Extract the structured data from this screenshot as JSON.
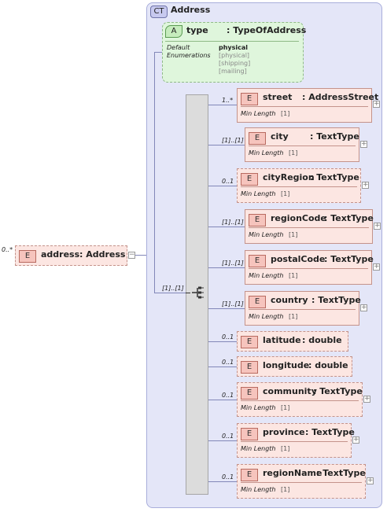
{
  "complex_type": {
    "badge": "CT",
    "name": "Address"
  },
  "attribute": {
    "badge": "A",
    "name": "type",
    "type": ": TypeOfAddress",
    "facet_label_line1": "Default",
    "facet_label_line2": "Enumerations",
    "default_value": "physical",
    "enumerations": [
      "[physical]",
      "[shipping]",
      "[mailing]"
    ]
  },
  "root_element": {
    "badge": "E",
    "cardinality": "0..*",
    "name": "address",
    "type": ": Address",
    "expander": "−"
  },
  "sequence": {
    "cardinality": "[1]..[1]",
    "icon": "sequence-icon"
  },
  "children": [
    {
      "badge": "E",
      "cardinality": "1..*",
      "name": "street",
      "type": ": AddressStreet",
      "facet_label": "Min Length",
      "facet_value": "[1]",
      "optional": false,
      "expander": "+"
    },
    {
      "badge": "E",
      "cardinality": "[1]..[1]",
      "name": "city",
      "type": ": TextType",
      "facet_label": "Min Length",
      "facet_value": "[1]",
      "optional": false,
      "expander": "+"
    },
    {
      "badge": "E",
      "cardinality": "0..1",
      "name": "cityRegion",
      "type": ": TextType",
      "facet_label": "Min Length",
      "facet_value": "[1]",
      "optional": true,
      "expander": "+"
    },
    {
      "badge": "E",
      "cardinality": "[1]..[1]",
      "name": "regionCode",
      "type": ": TextType",
      "facet_label": "Min Length",
      "facet_value": "[1]",
      "optional": false,
      "expander": "+"
    },
    {
      "badge": "E",
      "cardinality": "[1]..[1]",
      "name": "postalCode",
      "type": ": TextType",
      "facet_label": "Min Length",
      "facet_value": "[1]",
      "optional": false,
      "expander": "+"
    },
    {
      "badge": "E",
      "cardinality": "[1]..[1]",
      "name": "country",
      "type": ": TextType",
      "facet_label": "Min Length",
      "facet_value": "[1]",
      "optional": false,
      "expander": "+"
    },
    {
      "badge": "E",
      "cardinality": "0..1",
      "name": "latitude",
      "type": ": double",
      "facet_label": "",
      "facet_value": "",
      "optional": true,
      "expander": ""
    },
    {
      "badge": "E",
      "cardinality": "0..1",
      "name": "longitude",
      "type": ": double",
      "facet_label": "",
      "facet_value": "",
      "optional": true,
      "expander": ""
    },
    {
      "badge": "E",
      "cardinality": "0..1",
      "name": "community",
      "type": ": TextType",
      "facet_label": "Min Length",
      "facet_value": "[1]",
      "optional": true,
      "expander": "+"
    },
    {
      "badge": "E",
      "cardinality": "0..1",
      "name": "province",
      "type": ": TextType",
      "facet_label": "Min Length",
      "facet_value": "[1]",
      "optional": true,
      "expander": "+"
    },
    {
      "badge": "E",
      "cardinality": "0..1",
      "name": "regionName",
      "type": ": TextType",
      "facet_label": "Min Length",
      "facet_value": "[1]",
      "optional": true,
      "expander": "+"
    }
  ],
  "colors": {
    "complex_type_bg": "#e4e6f8",
    "attribute_bg": "#dff6dc",
    "element_bg": "#fce6e2",
    "connector": "#8287b8"
  }
}
